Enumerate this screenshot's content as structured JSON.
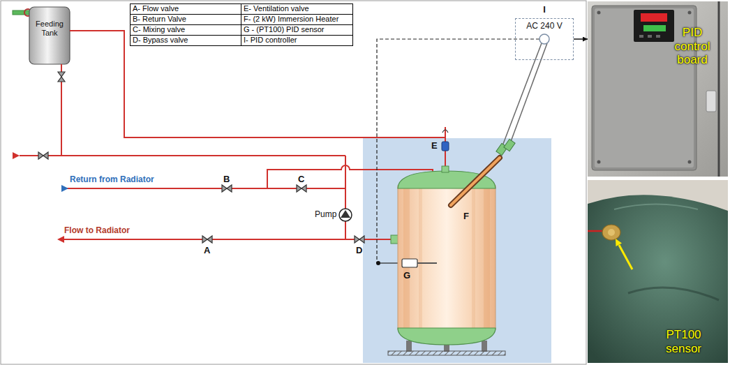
{
  "diagram": {
    "nodes": [
      {
        "text": [
          "Feeding Tank"
        ]
      },
      {
        "text": [
          "I",
          "AC 240 V"
        ]
      },
      {
        "text": [
          "PID control board"
        ]
      },
      {
        "text": [
          "PT100 sensor"
        ]
      }
    ],
    "edges": [
      {
        "from": 1,
        "to": 2,
        "arrow": "to"
      }
    ],
    "labels": [
      "A- Flow valve",
      "E- Ventilation valve",
      "B- Return Valve",
      "F- (2 kW) Immersion Heater",
      "C- Mixing valve",
      "G - (PT100) PID sensor",
      "D- Bypass valve",
      "I- PID controller",
      "E",
      "F",
      "G",
      "Pump",
      "B",
      "C",
      "A",
      "D",
      "Return from Radiator",
      "Flow to Radiator"
    ]
  }
}
